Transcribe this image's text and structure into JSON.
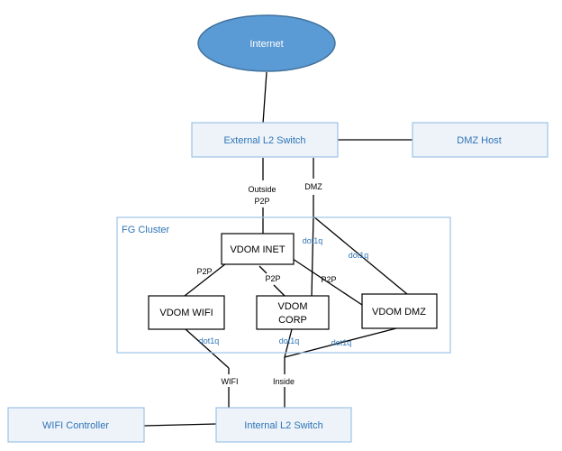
{
  "nodes": {
    "internet": "Internet",
    "external_switch": "External L2 Switch",
    "dmz_host": "DMZ Host",
    "fg_cluster": "FG Cluster",
    "vdom_inet": "VDOM INET",
    "vdom_wifi": "VDOM WIFI",
    "vdom_corp_line1": "VDOM",
    "vdom_corp_line2": "CORP",
    "vdom_dmz": "VDOM DMZ",
    "wifi_controller": "WIFI Controller",
    "internal_switch": "Internal L2 Switch"
  },
  "links": {
    "outside_line1": "Outside",
    "outside_line2": "P2P",
    "dmz": "DMZ",
    "p2p_wifi": "P2P",
    "p2p_corp": "P2P",
    "p2p_dmz": "P2P",
    "dot1q_trunk_corp": "dot1q",
    "dot1q_trunk_dmz": "dot1q",
    "dot1q_wifi": "dot1q",
    "dot1q_corp": "dot1q",
    "dot1q_dmz": "dot1q",
    "wifi": "WIFI",
    "inside": "Inside"
  },
  "colors": {
    "internet_fill": "#5b9bd5",
    "internet_stroke": "#41719c",
    "box_fill": "#eef3fa",
    "box_stroke": "#9dc3e6",
    "blue_text": "#2e74b5",
    "line": "#000000"
  }
}
